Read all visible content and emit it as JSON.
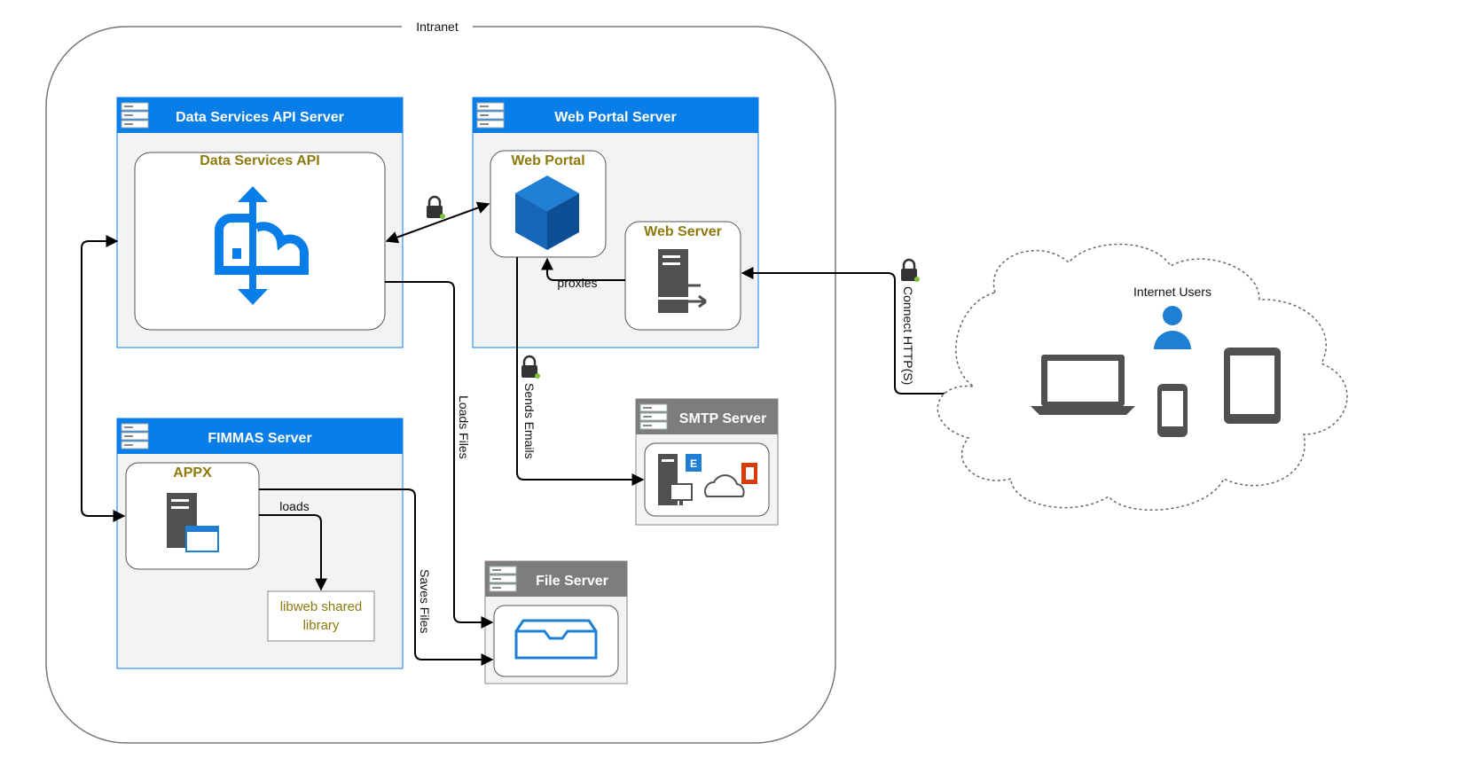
{
  "intranet": {
    "label": "Intranet"
  },
  "servers": {
    "data_services": {
      "title": "Data Services API Server",
      "component": "Data Services API"
    },
    "web_portal": {
      "title": "Web Portal Server",
      "component": "Web Portal",
      "sub_component": "Web Server"
    },
    "fimmas": {
      "title": "FIMMAS Server",
      "component": "APPX",
      "library_line1": "libweb shared",
      "library_line2": "library"
    },
    "smtp": {
      "title": "SMTP Server"
    },
    "file": {
      "title": "File Server"
    }
  },
  "edges": {
    "proxies": "proxies",
    "loads": "loads",
    "loads_files": "Loads Files",
    "saves_files": "Saves Files",
    "sends_emails": "Sends Emails",
    "connect_https": "Connect HTTP(S)"
  },
  "internet": {
    "label": "Internet Users"
  },
  "colors": {
    "header_blue": "#0a7ee8",
    "header_gray": "#7d7d7d",
    "accent_gold": "#8c7a0e",
    "icon_blue": "#0a7ee8",
    "icon_gray": "#505050"
  }
}
